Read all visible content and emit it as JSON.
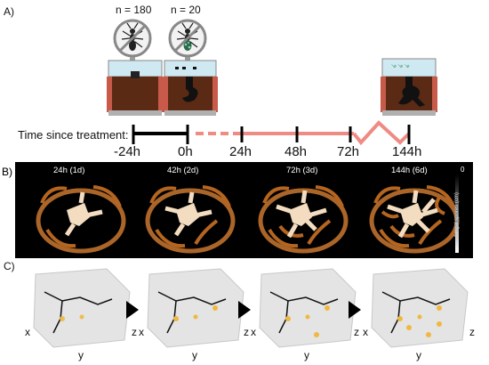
{
  "panel_a": {
    "label": "A)",
    "groups": [
      {
        "count": "n = 180",
        "icon": "ant-icon"
      },
      {
        "count": "n = 20",
        "icon": "infected-ant-icon"
      }
    ],
    "timeline_label": "Time since treatment:",
    "ticks": [
      "-24h",
      "0h",
      "24h",
      "48h",
      "72h",
      "144h"
    ]
  },
  "panel_b": {
    "label": "B)",
    "scans": [
      "24h (1d)",
      "42h (2d)",
      "72h (3d)",
      "144h (6d)"
    ],
    "scale_top": "0",
    "scale_text": "fungal spores (cm)"
  },
  "panel_c": {
    "label": "C)",
    "axes": {
      "x": "x",
      "y": "y",
      "z": "z"
    }
  },
  "colors": {
    "soil": "#5a2a14",
    "soil_rim": "#c85a4a",
    "water": "#bfe3ef",
    "timeline_pre": "#000000",
    "timeline_post": "#f08a84",
    "tunnel": "#c9772f",
    "node": "#f0b840"
  }
}
